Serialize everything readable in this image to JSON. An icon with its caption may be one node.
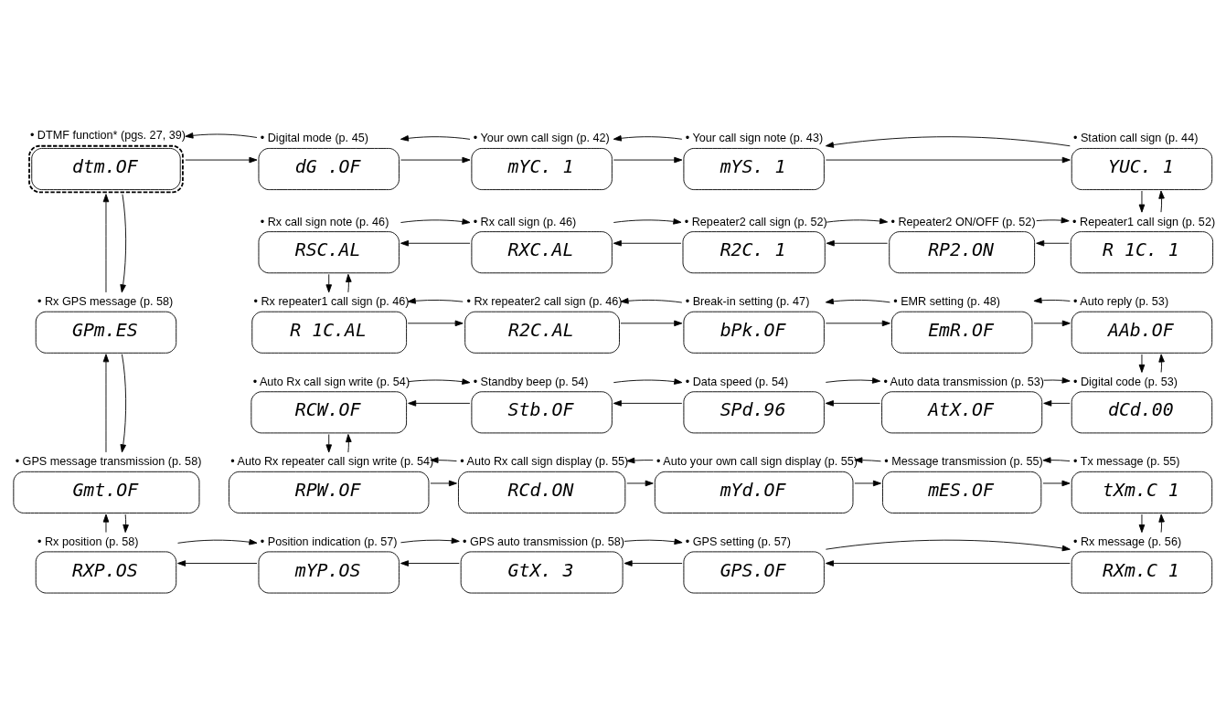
{
  "diagram": {
    "nodes": [
      {
        "text": [
          "• DTMF function* (pgs. 27, 39)",
          "dtm.OF"
        ]
      },
      {
        "text": [
          "• Digital mode (p. 45)",
          "dG .OF"
        ]
      },
      {
        "text": [
          "• Your own call sign (p. 42)",
          "mYC. 1"
        ]
      },
      {
        "text": [
          "• Your call sign note (p. 43)",
          "mYS. 1"
        ]
      },
      {
        "text": [
          "• Station call sign (p. 44)",
          "YUC. 1"
        ]
      },
      {
        "text": [
          "• Rx call sign note (p. 46)",
          "RSC.AL"
        ]
      },
      {
        "text": [
          "• Rx call sign (p. 46)",
          "RXC.AL"
        ]
      },
      {
        "text": [
          "• Repeater2 call sign (p. 52)",
          "R2C. 1"
        ]
      },
      {
        "text": [
          "• Repeater2 ON/OFF (p. 52)",
          "RP2.ON"
        ]
      },
      {
        "text": [
          "• Repeater1 call sign (p. 52)",
          "R 1C. 1"
        ]
      },
      {
        "text": [
          "• Rx GPS message (p. 58)",
          "GPm.ES"
        ]
      },
      {
        "text": [
          "• Rx repeater1 call sign (p. 46)",
          "R 1C.AL"
        ]
      },
      {
        "text": [
          "• Rx repeater2 call sign (p. 46)",
          "R2C.AL"
        ]
      },
      {
        "text": [
          "• Break-in setting (p. 47)",
          "bPk.OF"
        ]
      },
      {
        "text": [
          "• EMR setting (p. 48)",
          "EmR.OF"
        ]
      },
      {
        "text": [
          "• Auto reply (p. 53)",
          "AAb.OF"
        ]
      },
      {
        "text": [
          "• Auto Rx call sign write (p. 54)",
          "RCW.OF"
        ]
      },
      {
        "text": [
          "• Standby beep (p. 54)",
          "Stb.OF"
        ]
      },
      {
        "text": [
          "• Data speed (p. 54)",
          "SPd.96"
        ]
      },
      {
        "text": [
          "• Auto data transmission (p. 53)",
          "AtX.OF"
        ]
      },
      {
        "text": [
          "• Digital code (p. 53)",
          "dCd.00"
        ]
      },
      {
        "text": [
          "• GPS message transmission (p. 58)",
          "Gmt.OF"
        ]
      },
      {
        "text": [
          "• Auto Rx repeater call sign write (p. 54)",
          "RPW.OF"
        ]
      },
      {
        "text": [
          "• Auto Rx call sign display (p. 55)",
          "RCd.ON"
        ]
      },
      {
        "text": [
          "• Auto your own call sign display (p. 55)",
          "mYd.OF"
        ]
      },
      {
        "text": [
          "• Message transmission (p. 55)",
          "mES.OF"
        ]
      },
      {
        "text": [
          "• Tx message (p. 55)",
          "tXm.C 1"
        ]
      },
      {
        "text": [
          "• Rx position (p. 58)",
          "RXP.OS"
        ]
      },
      {
        "text": [
          "• Position indication (p. 57)",
          "mYP.OS"
        ]
      },
      {
        "text": [
          "• GPS auto transmission (p. 58)",
          "GtX. 3"
        ]
      },
      {
        "text": [
          "• GPS setting (p. 57)",
          "GPS.OF"
        ]
      },
      {
        "text": [
          "• Rx message (p. 56)",
          "RXm.C 1"
        ]
      }
    ],
    "edges": [
      {
        "from": 0,
        "to": 1,
        "arrow": "to"
      },
      {
        "from": 1,
        "to": 0,
        "arrow": "to"
      },
      {
        "from": 1,
        "to": 2,
        "arrow": "to"
      },
      {
        "from": 2,
        "to": 1,
        "arrow": "to"
      },
      {
        "from": 2,
        "to": 3,
        "arrow": "to"
      },
      {
        "from": 3,
        "to": 2,
        "arrow": "to"
      },
      {
        "from": 3,
        "to": 4,
        "arrow": "to"
      },
      {
        "from": 4,
        "to": 3,
        "arrow": "to"
      },
      {
        "from": 4,
        "to": 9,
        "arrow": "to"
      },
      {
        "from": 9,
        "to": 4,
        "arrow": "to"
      },
      {
        "from": 9,
        "to": 8,
        "arrow": "to"
      },
      {
        "from": 8,
        "to": 9,
        "arrow": "to"
      },
      {
        "from": 8,
        "to": 7,
        "arrow": "to"
      },
      {
        "from": 7,
        "to": 8,
        "arrow": "to"
      },
      {
        "from": 7,
        "to": 6,
        "arrow": "to"
      },
      {
        "from": 6,
        "to": 7,
        "arrow": "to"
      },
      {
        "from": 6,
        "to": 5,
        "arrow": "to"
      },
      {
        "from": 5,
        "to": 6,
        "arrow": "to"
      },
      {
        "from": 5,
        "to": 11,
        "arrow": "to"
      },
      {
        "from": 11,
        "to": 5,
        "arrow": "to"
      },
      {
        "from": 11,
        "to": 12,
        "arrow": "to"
      },
      {
        "from": 12,
        "to": 11,
        "arrow": "to"
      },
      {
        "from": 12,
        "to": 13,
        "arrow": "to"
      },
      {
        "from": 13,
        "to": 12,
        "arrow": "to"
      },
      {
        "from": 13,
        "to": 14,
        "arrow": "to"
      },
      {
        "from": 14,
        "to": 13,
        "arrow": "to"
      },
      {
        "from": 14,
        "to": 15,
        "arrow": "to"
      },
      {
        "from": 15,
        "to": 14,
        "arrow": "to"
      },
      {
        "from": 15,
        "to": 20,
        "arrow": "to"
      },
      {
        "from": 20,
        "to": 15,
        "arrow": "to"
      },
      {
        "from": 20,
        "to": 19,
        "arrow": "to"
      },
      {
        "from": 19,
        "to": 20,
        "arrow": "to"
      },
      {
        "from": 19,
        "to": 18,
        "arrow": "to"
      },
      {
        "from": 18,
        "to": 19,
        "arrow": "to"
      },
      {
        "from": 18,
        "to": 17,
        "arrow": "to"
      },
      {
        "from": 17,
        "to": 18,
        "arrow": "to"
      },
      {
        "from": 17,
        "to": 16,
        "arrow": "to"
      },
      {
        "from": 16,
        "to": 17,
        "arrow": "to"
      },
      {
        "from": 16,
        "to": 22,
        "arrow": "to"
      },
      {
        "from": 22,
        "to": 16,
        "arrow": "to"
      },
      {
        "from": 22,
        "to": 23,
        "arrow": "to"
      },
      {
        "from": 23,
        "to": 22,
        "arrow": "to"
      },
      {
        "from": 23,
        "to": 24,
        "arrow": "to"
      },
      {
        "from": 24,
        "to": 23,
        "arrow": "to"
      },
      {
        "from": 24,
        "to": 25,
        "arrow": "to"
      },
      {
        "from": 25,
        "to": 24,
        "arrow": "to"
      },
      {
        "from": 25,
        "to": 26,
        "arrow": "to"
      },
      {
        "from": 26,
        "to": 25,
        "arrow": "to"
      },
      {
        "from": 26,
        "to": 31,
        "arrow": "to"
      },
      {
        "from": 31,
        "to": 26,
        "arrow": "to"
      },
      {
        "from": 31,
        "to": 30,
        "arrow": "to"
      },
      {
        "from": 30,
        "to": 31,
        "arrow": "to"
      },
      {
        "from": 30,
        "to": 29,
        "arrow": "to"
      },
      {
        "from": 29,
        "to": 30,
        "arrow": "to"
      },
      {
        "from": 29,
        "to": 28,
        "arrow": "to"
      },
      {
        "from": 28,
        "to": 29,
        "arrow": "to"
      },
      {
        "from": 28,
        "to": 27,
        "arrow": "to"
      },
      {
        "from": 27,
        "to": 28,
        "arrow": "to"
      },
      {
        "from": 27,
        "to": 21,
        "arrow": "to"
      },
      {
        "from": 21,
        "to": 27,
        "arrow": "to"
      },
      {
        "from": 21,
        "to": 10,
        "arrow": "to"
      },
      {
        "from": 10,
        "to": 21,
        "arrow": "to"
      },
      {
        "from": 10,
        "to": 0,
        "arrow": "to"
      },
      {
        "from": 0,
        "to": 10,
        "arrow": "to"
      }
    ]
  }
}
